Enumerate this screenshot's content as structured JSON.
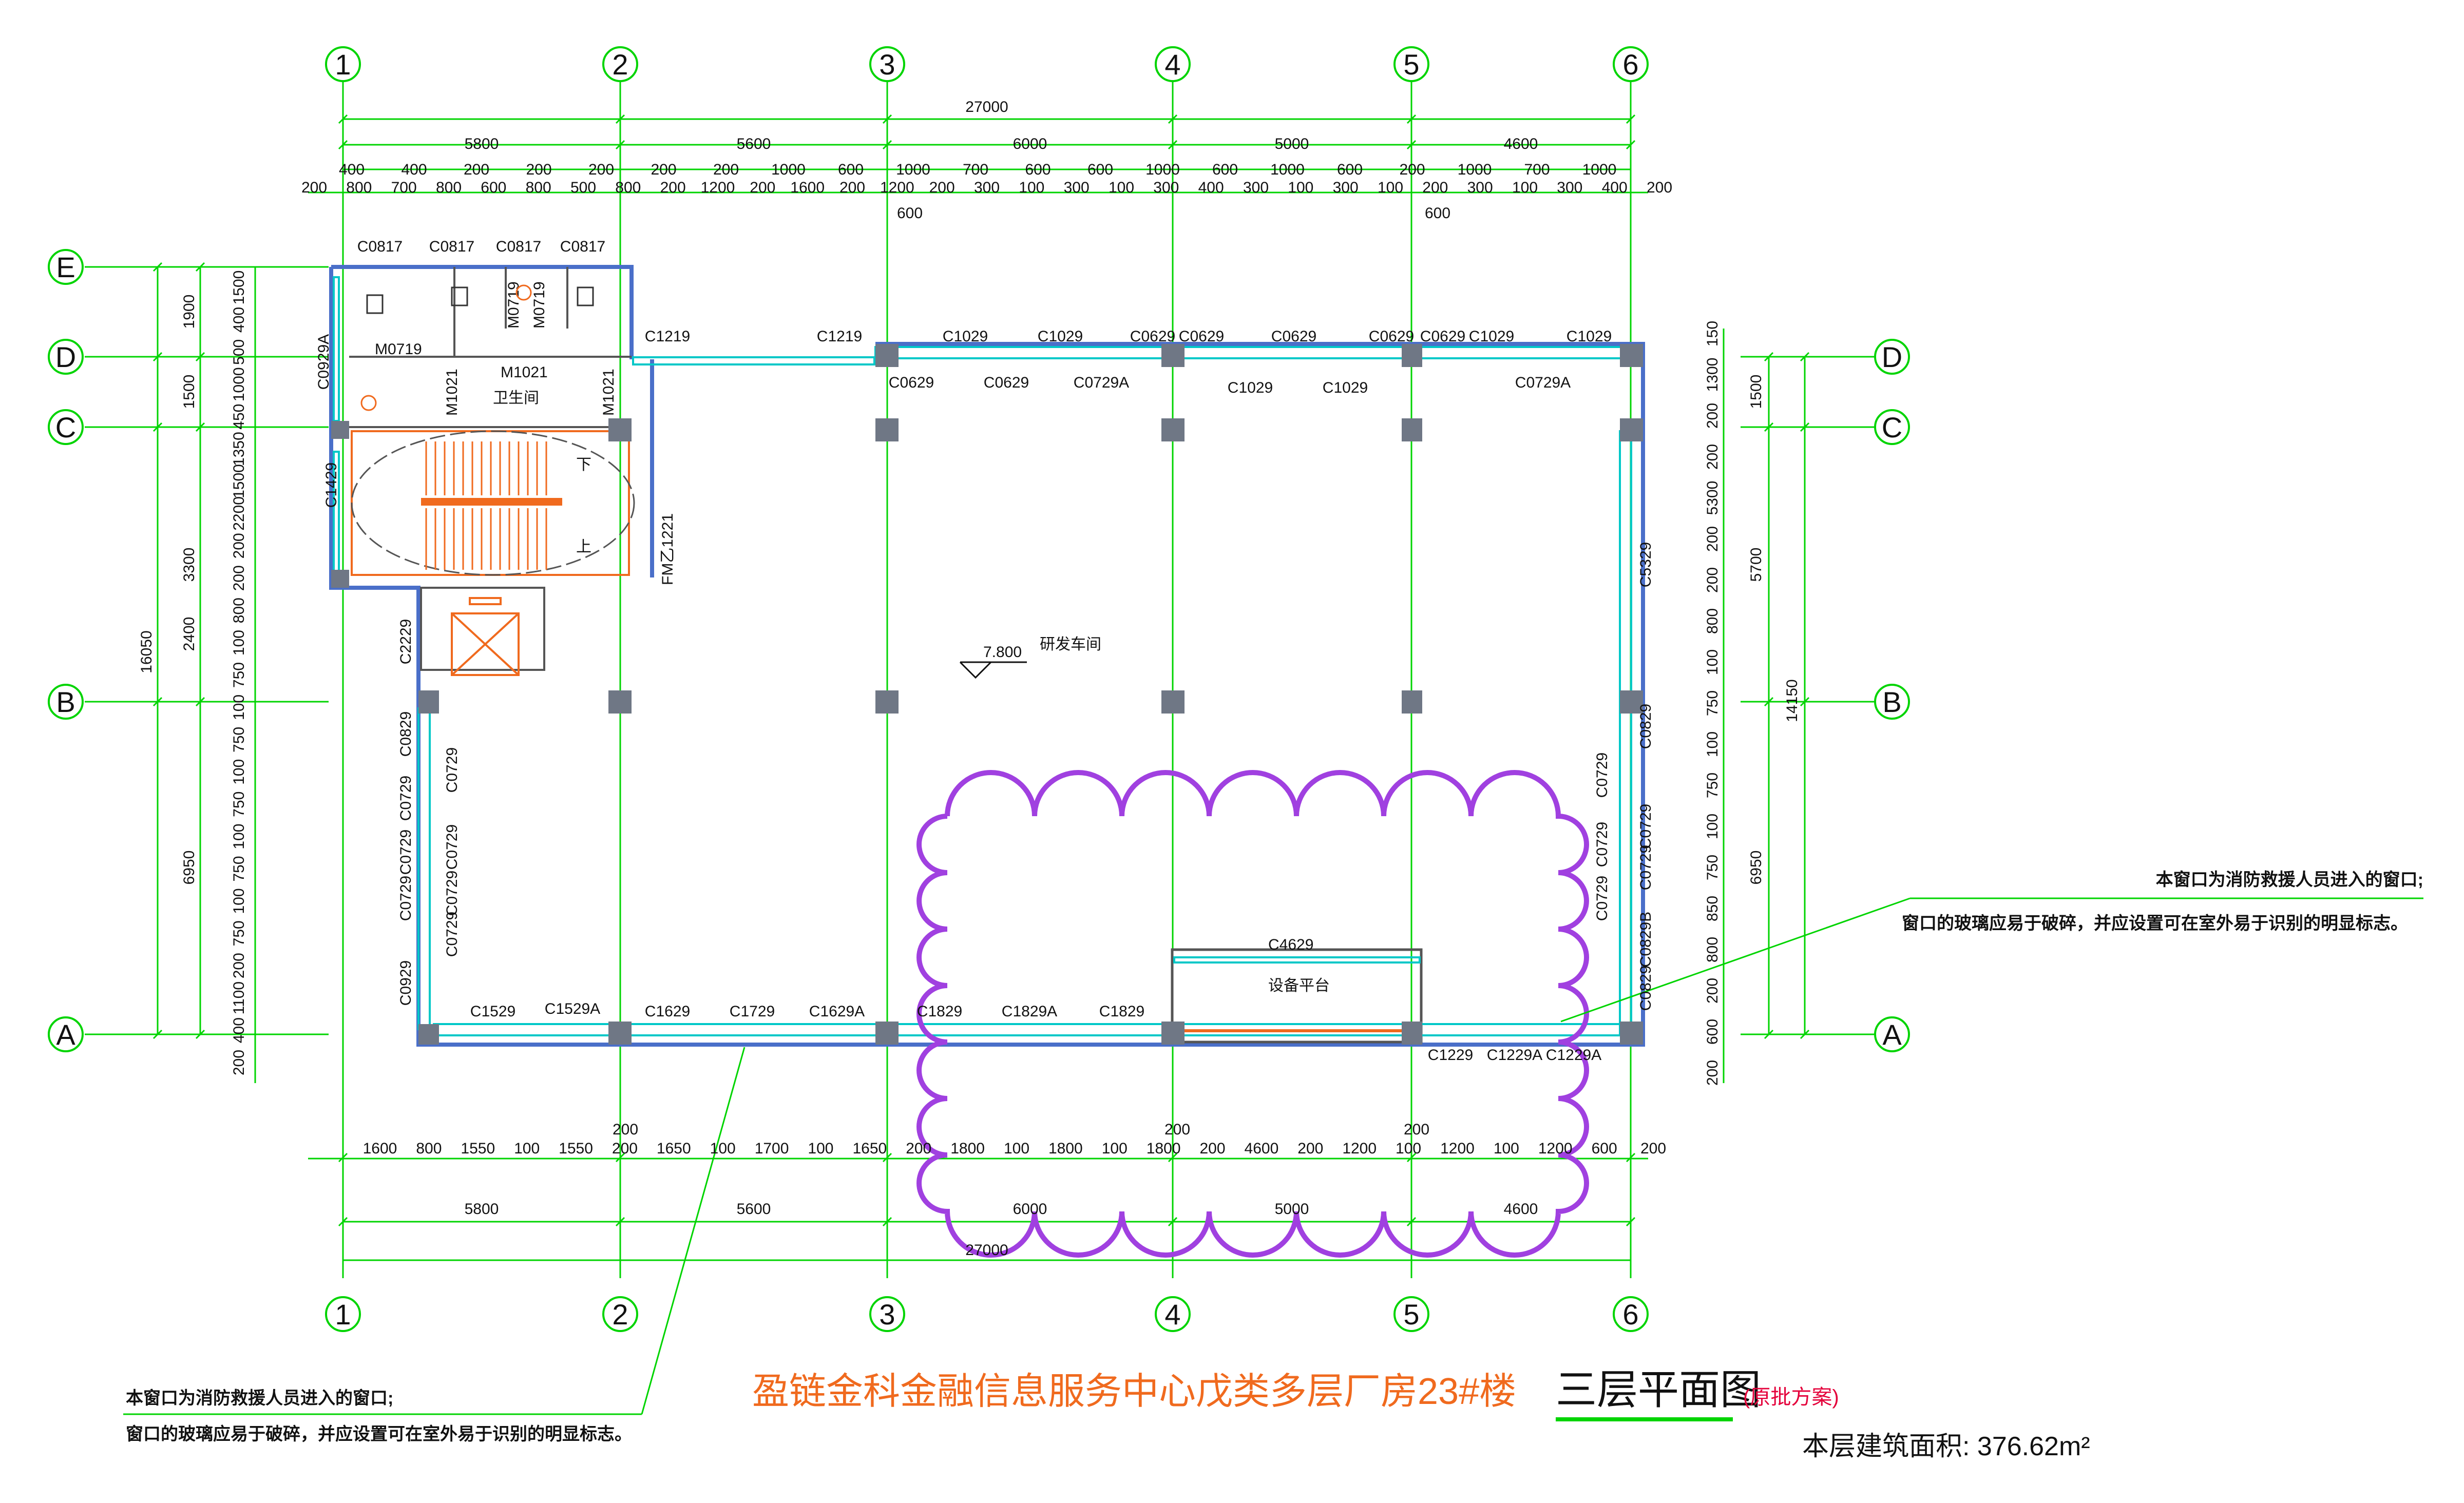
{
  "grid": {
    "columns": [
      "1",
      "2",
      "3",
      "4",
      "5",
      "6"
    ],
    "rows": [
      "E",
      "D",
      "C",
      "B",
      "A"
    ]
  },
  "dims_top": {
    "total": "27000",
    "bays": [
      "5800",
      "5600",
      "6000",
      "5000",
      "4600"
    ],
    "row3_texts": [
      "400",
      "400",
      "200",
      "200",
      "200",
      "200",
      "200",
      "1000",
      "600",
      "1000",
      "700",
      "600",
      "600",
      "1000",
      "600",
      "1000",
      "600",
      "200",
      "1000",
      "700",
      "1000"
    ],
    "row4_texts": [
      "200",
      "800",
      "700",
      "800",
      "600",
      "800",
      "500",
      "800",
      "200",
      "1200",
      "200",
      "1600",
      "200",
      "1200",
      "200",
      "300",
      "100",
      "300",
      "100",
      "300",
      "400",
      "300",
      "100",
      "300",
      "100",
      "200",
      "300",
      "100",
      "300",
      "400",
      "200"
    ],
    "mini": [
      "600",
      "600"
    ]
  },
  "dims_bottom": {
    "total": "27000",
    "bays": [
      "5800",
      "5600",
      "6000",
      "5000",
      "4600"
    ],
    "row_texts": [
      "1600",
      "800",
      "1550",
      "100",
      "1550",
      "200",
      "1650",
      "100",
      "1700",
      "100",
      "1650",
      "200",
      "1800",
      "100",
      "1800",
      "100",
      "1800",
      "200",
      "4600",
      "200",
      "1200",
      "100",
      "1200",
      "100",
      "1200",
      "600",
      "200"
    ],
    "mini": [
      "200",
      "200",
      "200"
    ]
  },
  "dims_left": {
    "total": "16050",
    "bays": [
      "1900",
      "1500",
      "3300",
      "2400",
      "6950"
    ],
    "inner": [
      "1500",
      "400",
      "500",
      "1000",
      "450",
      "1350",
      "1500",
      "2200",
      "200",
      "200",
      "800",
      "100",
      "750",
      "100",
      "750",
      "100",
      "750",
      "100",
      "750",
      "100",
      "750",
      "200",
      "1100",
      "400",
      "200"
    ]
  },
  "dims_right": {
    "total": "14150",
    "bays": [
      "1500",
      "5700",
      "6950"
    ],
    "inner": [
      "150",
      "1300",
      "200",
      "200",
      "5300",
      "200",
      "200",
      "800",
      "100",
      "750",
      "100",
      "750",
      "100",
      "750",
      "850",
      "800",
      "200",
      "600",
      "200"
    ]
  },
  "windows_top": [
    "C0817",
    "C0817",
    "C0817",
    "C0817",
    "C1219",
    "C1219",
    "C1029",
    "C1029",
    "C0629",
    "C0629",
    "C0629",
    "C0629",
    "C0629",
    "C1029",
    "C1029"
  ],
  "windows_top_inner": [
    "C0629",
    "C0629",
    "C0729A",
    "C1029",
    "C1029",
    "C0729A"
  ],
  "windows_left": [
    "C0929A",
    "C1429",
    "C2229",
    "C0829",
    "C0729",
    "C0729",
    "C0729",
    "C0929"
  ],
  "windows_left_inner": [
    "C0729",
    "C0729",
    "C0729",
    "C0729"
  ],
  "windows_right": [
    "C5329",
    "C0829",
    "C0729",
    "C0729",
    "C0829B",
    "C0829"
  ],
  "windows_right_inner": [
    "C0729",
    "C0729",
    "C0729"
  ],
  "windows_bottom": [
    "C1529",
    "C1529A",
    "C1629",
    "C1729",
    "C1629A",
    "C1829",
    "C1829A",
    "C1829",
    "C1229",
    "C1229A",
    "C1229A"
  ],
  "doors": [
    "M0719",
    "M0719",
    "M0719",
    "M1021",
    "M1021",
    "M1021",
    "FM乙1221"
  ],
  "rooms": {
    "toilet": "卫生间",
    "workshop": "研发车间",
    "platform": "设备平台",
    "platform_window": "C4629",
    "elevation": "7.800",
    "stair_down": "下",
    "stair_up": "上"
  },
  "notes": {
    "right_line1": "本窗口为消防救援人员进入的窗口;",
    "right_line2": "窗口的玻璃应易于破碎，并应设置可在室外易于识别的明显标志。",
    "left_line1": "本窗口为消防救援人员进入的窗口;",
    "left_line2": "窗口的玻璃应易于破碎，并应设置可在室外易于识别的明显标志。"
  },
  "title": {
    "main": "盈链金科金融信息服务中心戊类多层厂房23#楼",
    "floor": "三层平面图",
    "scheme": "(原批方案)",
    "area": "本层建筑面积: 376.62m²"
  },
  "colors": {
    "grid": "#00d400",
    "wall": "#4a6fc9",
    "window": "#00c8c8",
    "stair": "#f06a1e",
    "cloud": "#a040e0",
    "column": "#6f7785",
    "title": "#f06a1e"
  }
}
